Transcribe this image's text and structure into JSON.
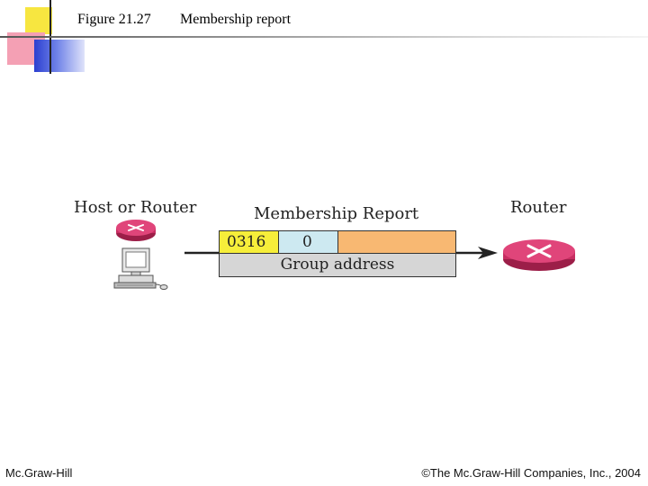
{
  "header": {
    "figure_number": "Figure 21.27",
    "figure_title": "Membership report"
  },
  "diagram": {
    "host_label": "Host or Router",
    "message_label": "Membership Report",
    "router_label": "Router",
    "fields": {
      "type": "0316",
      "zero": "0",
      "checksum": "",
      "group": "Group address"
    },
    "icons": [
      "router-icon",
      "computer-icon",
      "arrow-icon"
    ],
    "colors": {
      "type_field": "#f6ee3a",
      "zero_field": "#cde9f1",
      "checksum_field": "#f8b872",
      "group_field": "#d6d6d6",
      "router": "#e0457a"
    }
  },
  "footer": {
    "publisher": "Mc.Graw-Hill",
    "copyright": "©The Mc.Graw-Hill Companies, Inc., 2004"
  }
}
